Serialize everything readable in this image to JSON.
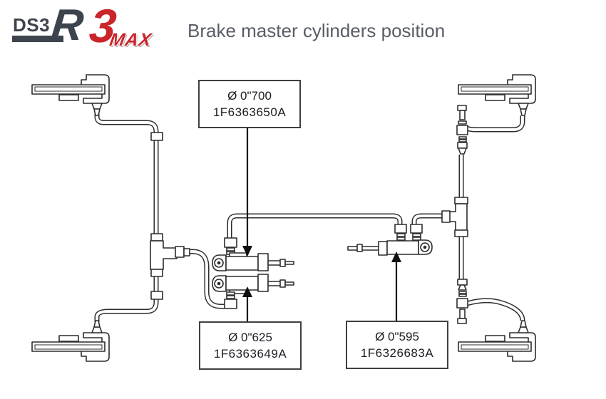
{
  "header": {
    "logo": {
      "model": "DS3",
      "series_letter": "R",
      "series_number": "3",
      "variant": "MAX"
    },
    "title": "Brake master cylinders position"
  },
  "callouts": [
    {
      "diameter": "Ø 0\"700",
      "part_number": "1F6363650A"
    },
    {
      "diameter": "Ø 0\"625",
      "part_number": "1F6363649A"
    },
    {
      "diameter": "Ø 0\"595",
      "part_number": "1F6326683A"
    }
  ],
  "colors": {
    "line": "#2d2d2d",
    "logo_gray": "#3e444d",
    "logo_red": "#c9252b",
    "title_gray": "#585d66",
    "box_border": "#3f3f3f"
  }
}
